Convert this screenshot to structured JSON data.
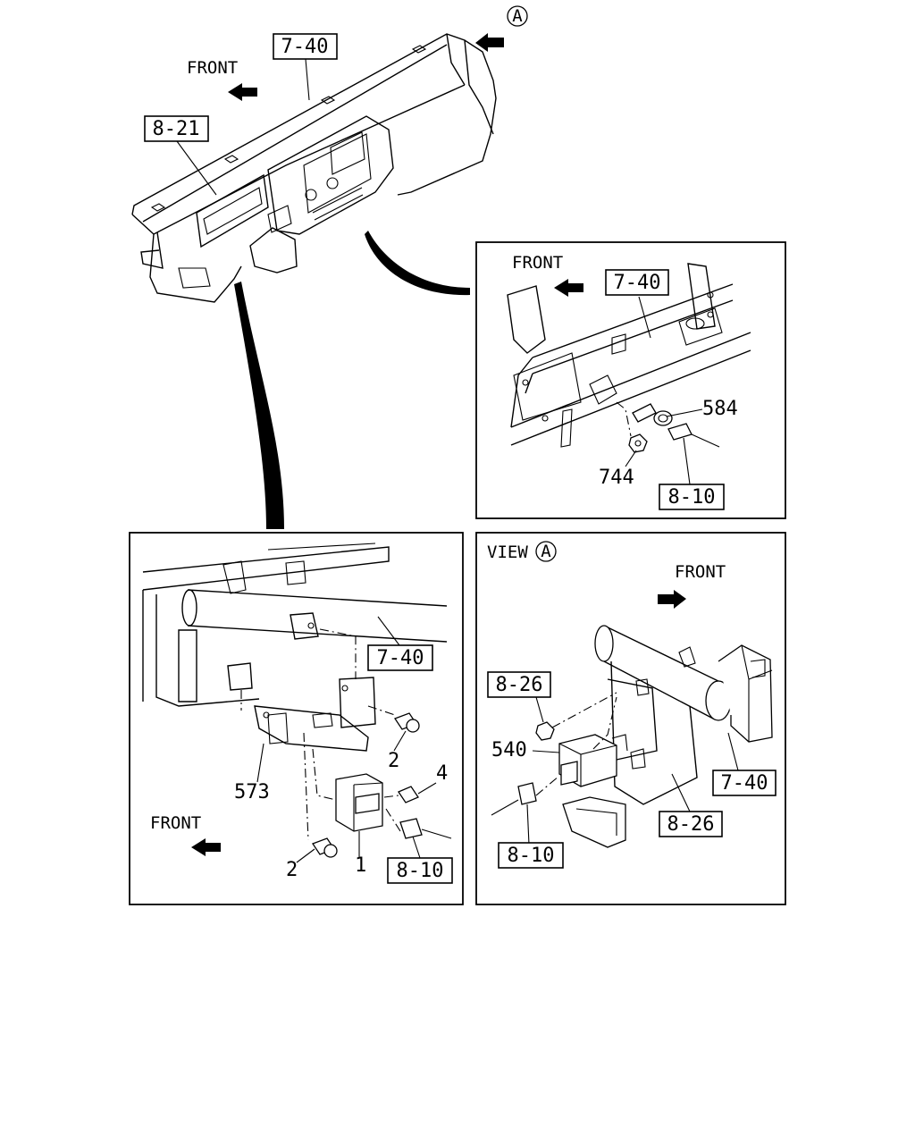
{
  "main_view": {
    "view_marker": "A",
    "front_label": "FRONT",
    "ref_dashboard": "7-40",
    "ref_cluster": "8-21"
  },
  "detail_top_right": {
    "front_label": "FRONT",
    "ref_frame": "7-40",
    "part_a": "584",
    "part_b": "744",
    "ref_harness": "8-10"
  },
  "detail_bottom_left": {
    "front_label": "FRONT",
    "ref_frame": "7-40",
    "part_bracket": "573",
    "part_bolt_a": "2",
    "part_bolt_b": "2",
    "part_bolt_c": "4",
    "part_unit": "1",
    "ref_harness": "8-10"
  },
  "detail_bottom_right": {
    "view_label": "VIEW",
    "view_marker": "A",
    "front_label": "FRONT",
    "ref_top": "8-26",
    "part_unit": "540",
    "ref_frame": "7-40",
    "ref_bracket": "8-26",
    "ref_harness": "8-10"
  },
  "icons": [
    "front-arrow-icon",
    "view-marker-circle-icon"
  ]
}
